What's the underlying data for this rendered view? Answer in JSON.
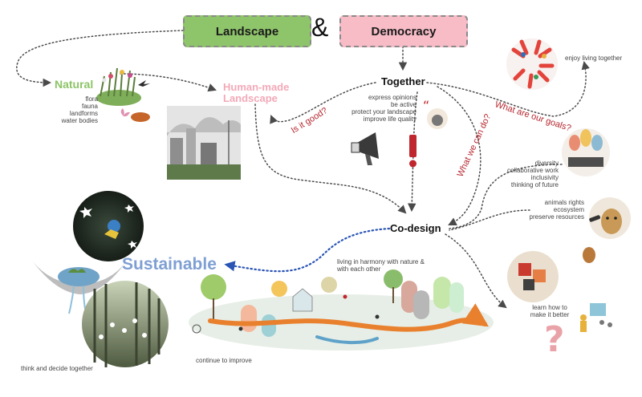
{
  "header": {
    "left_box": "Landscape",
    "ampersand": "&",
    "right_box": "Democracy"
  },
  "natural": {
    "title": "Natural",
    "items": [
      "flora",
      "fauna",
      "landforms",
      "water bodies"
    ]
  },
  "human_made": {
    "title_line1": "Human-made",
    "title_line2": "Landscape"
  },
  "together": {
    "title": "Together",
    "items": [
      "express opinions",
      "be active",
      "protect your landscape",
      "improve life quality"
    ]
  },
  "questions": {
    "is_it_good": "Is it good?",
    "what_can_we_do": "What we can do?",
    "goals": "What are our goals?"
  },
  "right_notes": {
    "enjoy": "enjoy living together",
    "values": [
      "diversity",
      "collaborative work",
      "inclusivity",
      "thinking of future"
    ],
    "nature": [
      "animals rights",
      "ecosystem",
      "preserve resources"
    ],
    "learn": [
      "learn how to",
      "make it better"
    ]
  },
  "codesign": {
    "title": "Co-design"
  },
  "sustainable": {
    "title": "Sustainable"
  },
  "bottom": {
    "harmony": [
      "living in harmony with nature &",
      "with each other"
    ],
    "continue": "continue to improve",
    "think": "think and decide together"
  },
  "colors": {
    "landscape_box": "#8fc56a",
    "democracy_box": "#f7bcc6",
    "natural_title": "#8cc466",
    "human_made_title": "#f3a9b8",
    "question_text": "#b5262e",
    "sustainable_title": "#7f9fd3",
    "dotted_line": "#4a4a4a",
    "blue_arrow": "#2a55b5",
    "river_orange": "#e8802e"
  }
}
